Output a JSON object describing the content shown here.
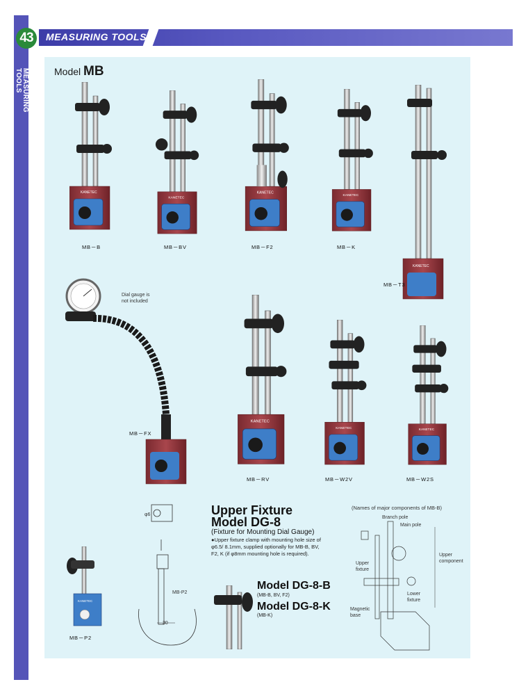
{
  "page": {
    "number": "43",
    "header_title": "MEASURING TOOLS",
    "sidebar_label": "MEASURING TOOLS"
  },
  "model": {
    "prefix": "Model",
    "name": "MB"
  },
  "products": {
    "mb_b": "MB－B",
    "mb_bv": "MB－BV",
    "mb_f2": "MB－F2",
    "mb_k": "MB－K",
    "mb_t3": "MB－T3",
    "mb_fx": "MB－FX",
    "mb_rv": "MB－RV",
    "mb_w2v": "MB－W2V",
    "mb_w2s": "MB－W2S",
    "mb_p2": "MB－P2"
  },
  "base_brand": "KANETEC",
  "dial_note": {
    "line1": "Dial gauge is",
    "line2": "not included"
  },
  "fixture": {
    "title_line1": "Upper Fixture",
    "title_line2": "Model DG-8",
    "subtitle": "(Fixture for Mounting Dial Gauge)",
    "desc_line1": "●Upper fixture clamp with mounting hole size of",
    "desc_line2": "φ6.5/ 8.1mm, supplied optionally for MB-B, BV,",
    "desc_line3": "F2, K (if φ8mm mounting hole is required).",
    "dim_phi": "φ6",
    "dim_30": "30",
    "dim_label": "MB-P2"
  },
  "dg8b": {
    "title": "Model DG-8-B",
    "sub": "(MB-B, BV, F2)"
  },
  "dg8k": {
    "title": "Model DG-8-K",
    "sub": "(MB-K)"
  },
  "components": {
    "heading": "(Names of major components of MB-B)",
    "branch_pole": "Branch pole",
    "main_pole": "Main pole",
    "upper_fixture_1": "Upper",
    "upper_fixture_2": "fixture",
    "upper_component_1": "Upper",
    "upper_component_2": "component",
    "lower_fixture_1": "Lower",
    "lower_fixture_2": "fixture",
    "magnetic_base_1": "Magnetic",
    "magnetic_base_2": "base"
  },
  "colors": {
    "sidebar": "#5454b8",
    "panel": "#dff3f8",
    "base_red": "#9c3a40",
    "badge_green": "#2a8a3a"
  }
}
